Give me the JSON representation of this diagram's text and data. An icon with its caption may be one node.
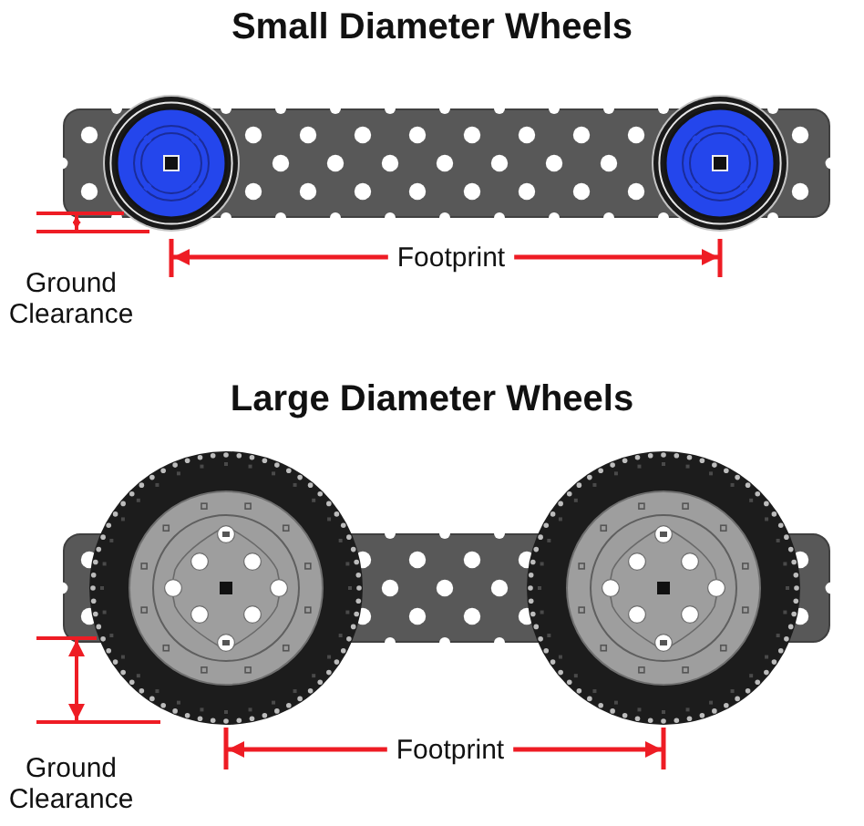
{
  "diagram": {
    "labels": [
      "Small Diameter Wheels",
      "Footprint",
      "Ground Clearance",
      "Large Diameter Wheels",
      "Footprint",
      "Ground Clearance"
    ]
  }
}
